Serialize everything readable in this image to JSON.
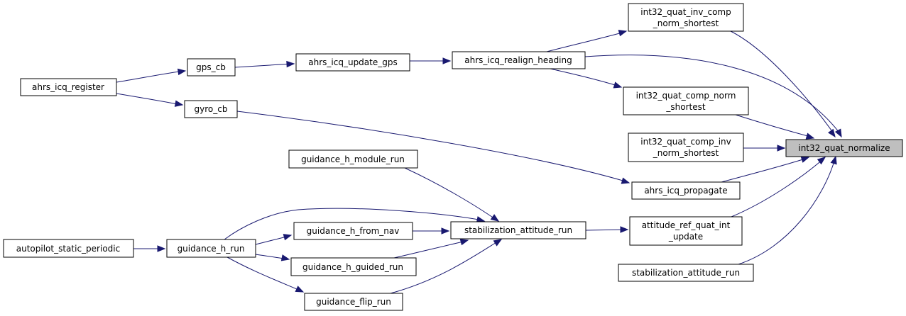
{
  "graph": {
    "nodes": {
      "root": [
        "int32_quat_normalize"
      ],
      "inv_comp": [
        "int32_quat_inv_comp",
        "_norm_shortest"
      ],
      "realign": [
        "ahrs_icq_realign_heading"
      ],
      "comp_norm": [
        "int32_quat_comp_norm",
        "_shortest"
      ],
      "comp_inv": [
        "int32_quat_comp_inv",
        "_norm_shortest"
      ],
      "propagate": [
        "ahrs_icq_propagate"
      ],
      "att_ref": [
        "attitude_ref_quat_int",
        "_update"
      ],
      "stab_right": [
        "stabilization_attitude_run"
      ],
      "update_gps": [
        "ahrs_icq_update_gps"
      ],
      "gps_cb": [
        "gps_cb"
      ],
      "register": [
        "ahrs_icq_register"
      ],
      "gyro_cb": [
        "gyro_cb"
      ],
      "gh_module": [
        "guidance_h_module_run"
      ],
      "stab_mid": [
        "stabilization_attitude_run"
      ],
      "gh_from_nav": [
        "guidance_h_from_nav"
      ],
      "gh_guided": [
        "guidance_h_guided_run"
      ],
      "flip": [
        "guidance_flip_run"
      ],
      "gh_run": [
        "guidance_h_run"
      ],
      "autopilot": [
        "autopilot_static_periodic"
      ]
    }
  }
}
